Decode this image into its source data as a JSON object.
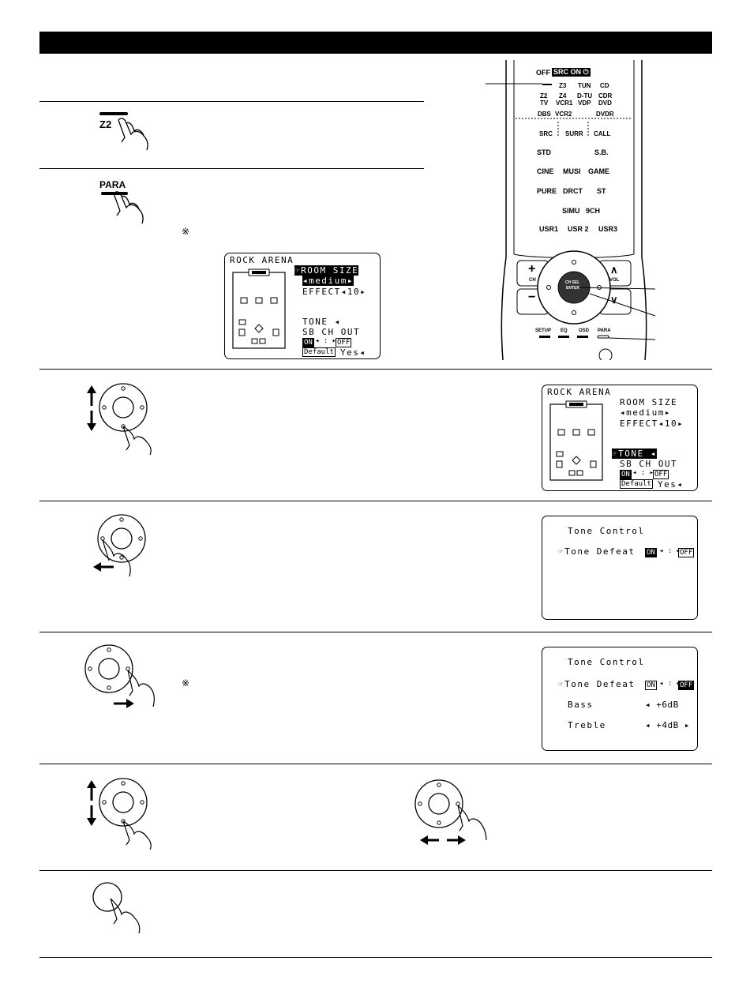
{
  "steps": {
    "zone_key": "Z2",
    "para_key": "PARA",
    "note_mark_1": "※",
    "note_mark_2": "※"
  },
  "osd1": {
    "title": "ROCK ARENA",
    "room_size": "☞ROOM SIZE",
    "medium": "◂medium▸",
    "effect": "EFFECT◂10▸",
    "tone": "TONE ◂",
    "sb_ch_out": "SB CH OUT",
    "on": "ON",
    "sep": "◂ : ▸",
    "off": "OFF",
    "default": "Default",
    "yes": "Yes◂"
  },
  "osd2": {
    "title": "ROCK ARENA",
    "room_size": "ROOM SIZE",
    "medium": "◂medium▸",
    "effect": "EFFECT◂10▸",
    "tone": "☞TONE ◂",
    "sb_ch_out": "SB CH OUT",
    "on": "ON",
    "sep": "◂ : ▸",
    "off": "OFF",
    "default": "Default",
    "yes": "Yes◂"
  },
  "osd3": {
    "title": "Tone Control",
    "tone_defeat": "☞Tone Defeat",
    "on": "ON",
    "sep": "◂ : ▸",
    "off": "OFF"
  },
  "osd4": {
    "title": "Tone Control",
    "tone_defeat": "☞Tone Defeat",
    "on": "ON",
    "sep": "◂ : ▸",
    "off": "OFF",
    "bass_label": "Bass",
    "bass_value": "◂ +6dB",
    "treble_label": "Treble",
    "treble_value": "◂ +4dB ▸"
  },
  "remote": {
    "off": "OFF",
    "src_on": "SRC ON ⏻",
    "z3": "Z3",
    "tun": "TUN",
    "cd": "CD",
    "z2": "Z2",
    "z4": "Z4",
    "dtu": "D-TU",
    "cdr": "CDR",
    "tv": "TV",
    "vcr1": "VCR1",
    "vdp": "VDP",
    "dvd": "DVD",
    "dbs": "DBS",
    "vcr2": "VCR2",
    "dvdr": "DVDR",
    "src": "SRC",
    "surr": "SURR",
    "call": "CALL",
    "std": "STD",
    "sb": "S.B.",
    "cine": "CINE",
    "musi": "MUSI",
    "game": "GAME",
    "pure": "PURE",
    "drct": "DRCT",
    "st": "ST",
    "simu": "SIMU",
    "ch9": "9CH",
    "usr1": "USR1",
    "usr2": "USR 2",
    "usr3": "USR3",
    "ch": "CH",
    "vol": "VOL",
    "chsel": "CH SEL",
    "enter": "ENTER",
    "plus": "+",
    "minus": "−",
    "up": "∧",
    "down": "∨",
    "setup": "SETUP",
    "eq": "EQ",
    "osd": "OSD",
    "para": "PARA"
  }
}
